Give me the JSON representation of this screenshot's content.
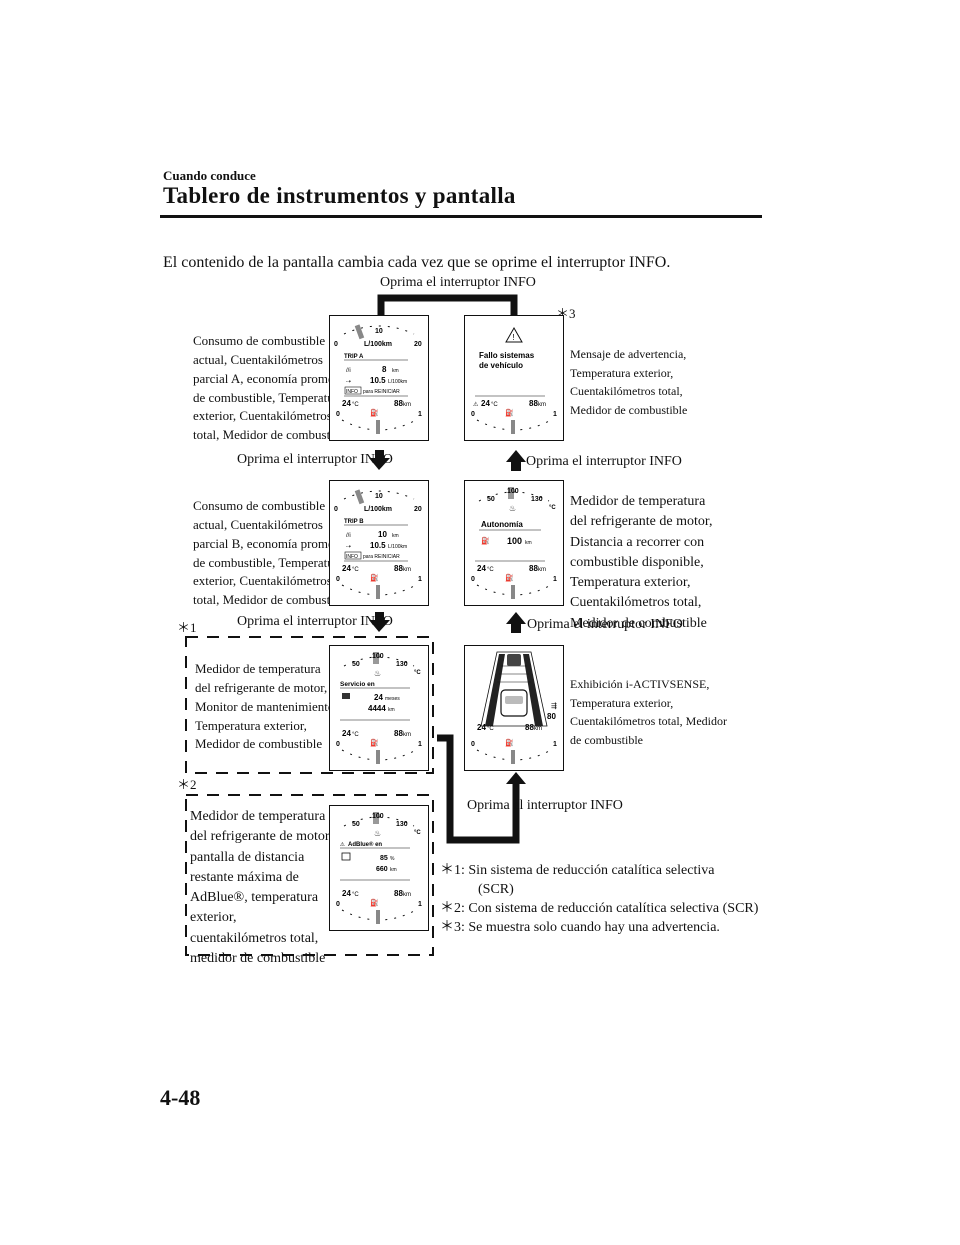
{
  "header": {
    "section": "Cuando conduce",
    "title": "Tablero de instrumentos y pantalla"
  },
  "intro": "El contenido de la pantalla cambia cada vez que se oprime el interruptor INFO.",
  "press_label": "Oprima el interruptor INFO",
  "stars": {
    "s1": "＊1",
    "s2": "＊2",
    "s3": "＊3"
  },
  "descriptions": {
    "trip_a": [
      "Consumo de combustible",
      "actual, Cuentakilómetros",
      "parcial A, economía promedio",
      "de combustible, Temperatura",
      "exterior, Cuentakilómetros",
      "total, Medidor de combustible"
    ],
    "trip_b": [
      "Consumo de combustible",
      "actual, Cuentakilómetros",
      "parcial B, economía promedio",
      "de combustible, Temperatura",
      "exterior, Cuentakilómetros",
      "total, Medidor de combustible"
    ],
    "maint": [
      "Medidor de temperatura",
      "del refrigerante de motor,",
      "Monitor de mantenimiento,",
      "Temperatura exterior,",
      "Medidor de combustible"
    ],
    "adblue": [
      "Medidor de temperatura",
      "del refrigerante de motor,",
      "pantalla de distancia",
      "restante máxima de",
      "AdBlue®, temperatura",
      "exterior,",
      "cuentakilómetros total,",
      "medidor de combustible"
    ],
    "warning": [
      "Mensaje de advertencia,",
      "Temperatura exterior,",
      "Cuentakilómetros total,",
      "Medidor de combustible"
    ],
    "range": [
      "Medidor de temperatura",
      "del refrigerante de motor,",
      "Distancia a recorrer con",
      "combustible disponible,",
      "Temperatura exterior,",
      "Cuentakilómetros total,",
      "Medidor de combustible"
    ],
    "isense": [
      "Exhibición i-ACTIVSENSE,",
      "Temperatura exterior,",
      "Cuentakilómetros total, Medidor",
      "de combustible"
    ]
  },
  "gauges": {
    "common": {
      "temp": "24",
      "temp_unit": "°C",
      "odo": "88",
      "odo_unit": "km",
      "fuel_empty": "0",
      "fuel_full": "1"
    },
    "fuel_econ": {
      "scale": [
        "0",
        "10",
        "20"
      ],
      "unit": "L/100km"
    },
    "coolant": {
      "scale": [
        "50",
        "100",
        "130"
      ],
      "unit": "°C"
    },
    "trip_a": {
      "label": "TRIP A",
      "distance": "8",
      "distance_unit": "km",
      "avg": "10.5",
      "avg_unit": "L/100km",
      "info_key": "INFO",
      "reset": "para REINICIAR"
    },
    "trip_b": {
      "label": "TRIP B",
      "distance": "10",
      "distance_unit": "km",
      "avg": "10.5",
      "avg_unit": "L/100km",
      "info_key": "INFO",
      "reset": "para REINICIAR"
    },
    "maint": {
      "title": "Servicio en",
      "months": "24",
      "months_unit": "meses",
      "km": "4444",
      "km_unit": "km"
    },
    "adblue": {
      "title": "AdBlue® en",
      "pct": "85",
      "pct_unit": "%",
      "km": "660",
      "km_unit": "km"
    },
    "warning": {
      "line1": "Fallo sistemas",
      "line2": "de vehículo"
    },
    "range": {
      "title": "Autonomía",
      "value": "100",
      "unit": "km"
    },
    "isense": {
      "speed": "80"
    }
  },
  "notes": [
    {
      "mark": "＊1:",
      "text": "Sin sistema de reducción catalítica selectiva",
      "text2": "(SCR)"
    },
    {
      "mark": "＊2:",
      "text": "Con sistema de reducción catalítica selectiva (SCR)"
    },
    {
      "mark": "＊3:",
      "text": "Se muestra solo cuando hay una advertencia."
    }
  ],
  "page_number": "4-48"
}
